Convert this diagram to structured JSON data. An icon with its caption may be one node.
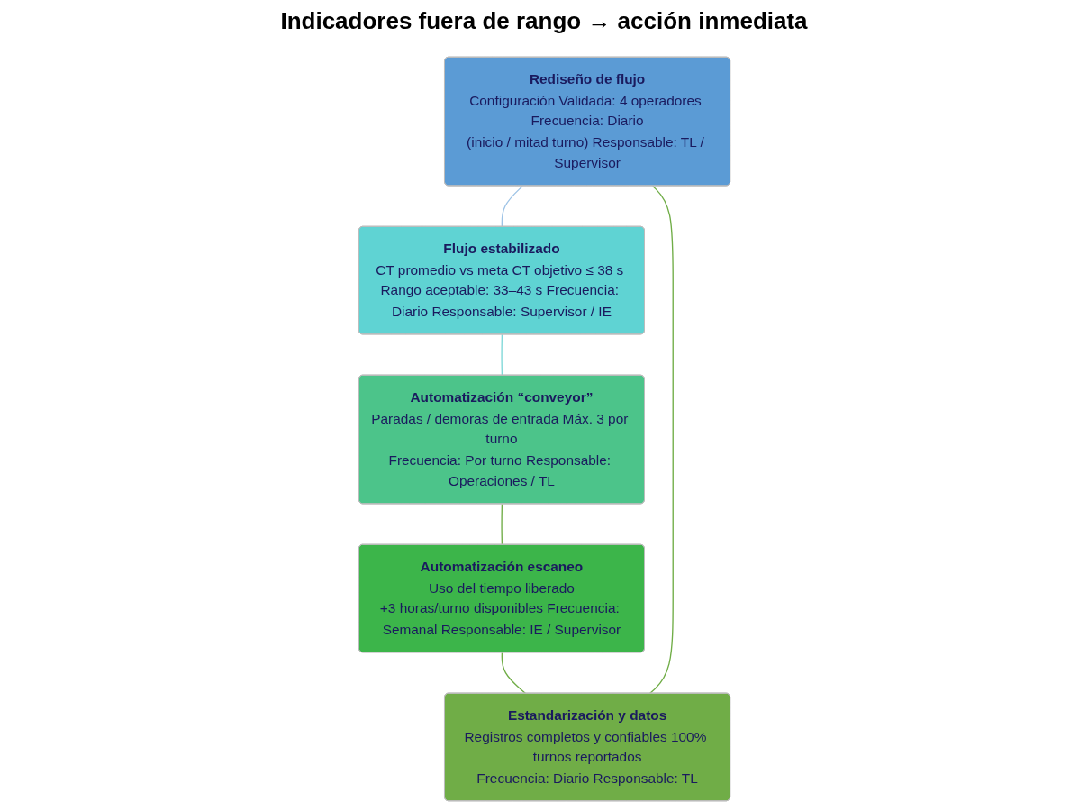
{
  "diagram": {
    "nodes": [
      {
        "text": [
          "Rediseño de flujo",
          "Configuración Validada: 4 operadores Frecuencia: Diario",
          "(inicio / mitad turno) Responsable: TL / Supervisor"
        ]
      },
      {
        "text": [
          "Estandarización y datos",
          "Registros completos y confiables 100% turnos reportados",
          "Frecuencia: Diario Responsable: TL"
        ]
      },
      {
        "text": [
          "Flujo estabilizado",
          "CT promedio vs meta CT objetivo ≤ 38 s Rango aceptable: 33–43 s Frecuencia: Diario Responsable: Supervisor / IE"
        ]
      },
      {
        "text": [
          "Automatización escaneo",
          "Uso del tiempo liberado",
          "+3 horas/turno disponibles Frecuencia: Semanal Responsable: IE / Supervisor"
        ]
      },
      {
        "text": [
          "Automatización “conveyor”",
          "Paradas / demoras de entrada Máx. 3 por turno",
          "Frecuencia: Por turno Responsable: Operaciones / TL"
        ]
      }
    ],
    "edges": [
      {
        "from": 0,
        "to": 2,
        "arrow": "none",
        "color": "#9dc3e6"
      },
      {
        "from": 2,
        "to": 4,
        "arrow": "none",
        "color": "#7fd8d8"
      },
      {
        "from": 4,
        "to": 3,
        "arrow": "none"
      },
      {
        "from": 3,
        "to": 1,
        "arrow": "none"
      },
      {
        "from": 1,
        "to": 0,
        "arrow": "none"
      }
    ],
    "labels": [
      "Indicadores fuera de rango → acción inmediata"
    ]
  }
}
